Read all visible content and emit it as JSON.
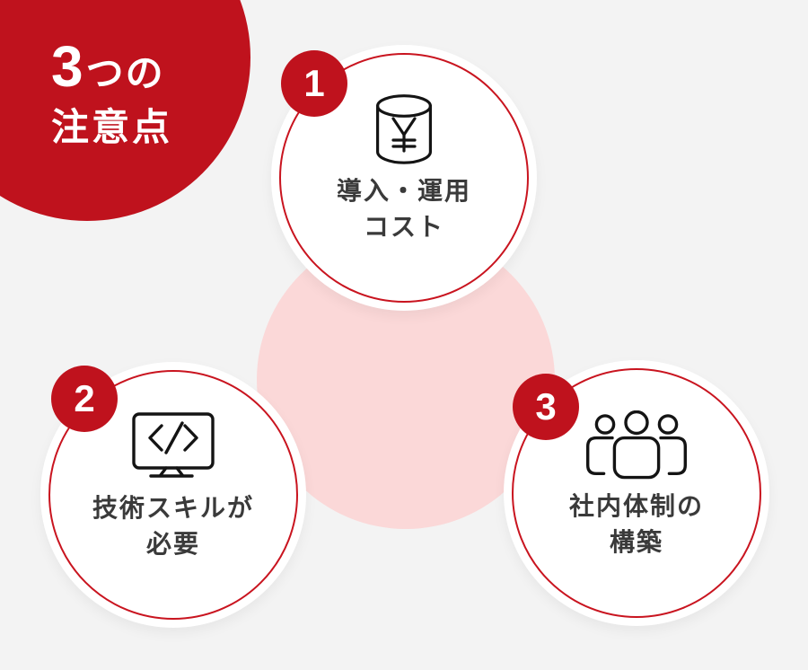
{
  "colors": {
    "background": "#f3f3f3",
    "red": "#bf121d",
    "ring_red": "#c9141f",
    "pink": "#fbd8d8",
    "text_dark": "#3a3a3a",
    "icon_stroke": "#141414"
  },
  "title": {
    "count": "3",
    "suffix": "つの",
    "line2": "注意点"
  },
  "items": [
    {
      "number": "1",
      "icon": "yen-database-icon",
      "label_line1": "導入・運用",
      "label_line2": "コスト"
    },
    {
      "number": "2",
      "icon": "code-monitor-icon",
      "label_line1": "技術スキルが",
      "label_line2": "必要"
    },
    {
      "number": "3",
      "icon": "people-group-icon",
      "label_line1": "社内体制の",
      "label_line2": "構築"
    }
  ]
}
